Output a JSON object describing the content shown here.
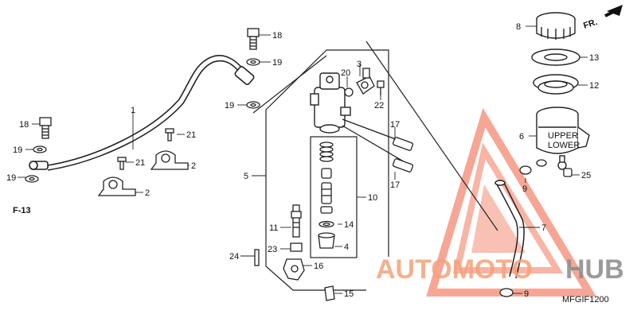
{
  "direction_label": "FR.",
  "section_ref": "F-13",
  "drawing_code": "MFGIF1200",
  "watermark": {
    "part1": "AUTOMOTO",
    "part2": "HUB",
    "color_left": "#f4a27a",
    "color_mid": "#ef6b4d",
    "color_right": "#8a8a8a"
  },
  "reservoir_text": {
    "upper": "UPPER",
    "lower": "LOWER"
  },
  "callouts": [
    "1",
    "2",
    "2",
    "3",
    "4",
    "5",
    "6",
    "7",
    "8",
    "9",
    "9",
    "10",
    "11",
    "12",
    "13",
    "14",
    "15",
    "16",
    "17",
    "17",
    "18",
    "18",
    "19",
    "19",
    "19",
    "19",
    "20",
    "21",
    "21",
    "22",
    "23",
    "24",
    "25"
  ]
}
